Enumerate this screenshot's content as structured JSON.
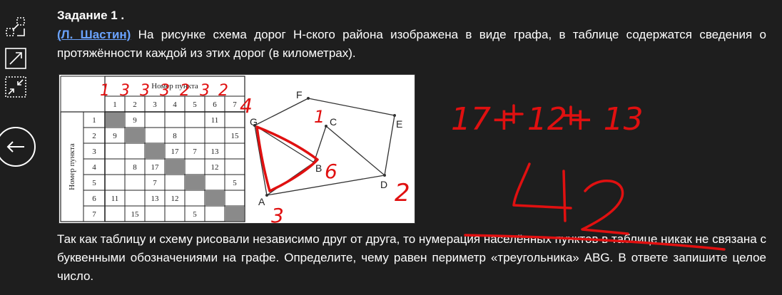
{
  "task": {
    "title": "Задание 1 .",
    "author_link": "(Л. Шастин)",
    "intro_text": " На рисунке схема дорог Н-ского района изображена в виде графа, в таблице содержатся сведения о протяжённости каждой из этих дорог (в километрах).",
    "question_text": "Так как таблицу и схему рисовали независимо друг от друга, то нумерация населённых пунктов в таблице никак не связана с буквенными обозначениями на графе. Определите, чему равен периметр «треугольника» ABG. В ответе запишите целое число."
  },
  "sidebar": {
    "icons": [
      "expand-diagonal-icon",
      "fullscreen-arrow-icon",
      "shrink-arrows-icon"
    ],
    "back_icon": "arrow-left-icon",
    "accent": "#ffffff"
  },
  "figure": {
    "table": {
      "header_top": "Номер пункта",
      "header_side": "Номер пункта",
      "columns": [
        "1",
        "2",
        "3",
        "4",
        "5",
        "6",
        "7"
      ],
      "rows": [
        {
          "label": "1",
          "cells": [
            "",
            "9",
            "",
            "",
            "",
            "11",
            ""
          ]
        },
        {
          "label": "2",
          "cells": [
            "9",
            "",
            "",
            "8",
            "",
            "",
            "15"
          ]
        },
        {
          "label": "3",
          "cells": [
            "",
            "",
            "",
            "17",
            "7",
            "13",
            ""
          ]
        },
        {
          "label": "4",
          "cells": [
            "",
            "8",
            "17",
            "",
            "",
            "12",
            ""
          ]
        },
        {
          "label": "5",
          "cells": [
            "",
            "",
            "7",
            "",
            "",
            "",
            "5"
          ]
        },
        {
          "label": "6",
          "cells": [
            "11",
            "",
            "13",
            "12",
            "",
            "",
            ""
          ]
        },
        {
          "label": "7",
          "cells": [
            "",
            "15",
            "",
            "",
            "5",
            "",
            ""
          ]
        }
      ]
    },
    "graph": {
      "nodes": [
        "F",
        "C",
        "E",
        "G",
        "B",
        "D",
        "A"
      ]
    }
  },
  "annotations": {
    "column_marks": [
      "1",
      "3",
      "3",
      "3",
      "2",
      "3",
      "2"
    ],
    "node_marks": {
      "G": "4",
      "C": "1",
      "B": "6",
      "D": "2",
      "A": "3"
    },
    "sum": "17+ 12+ 13",
    "answer": "42",
    "ink_color": "#e01010"
  }
}
